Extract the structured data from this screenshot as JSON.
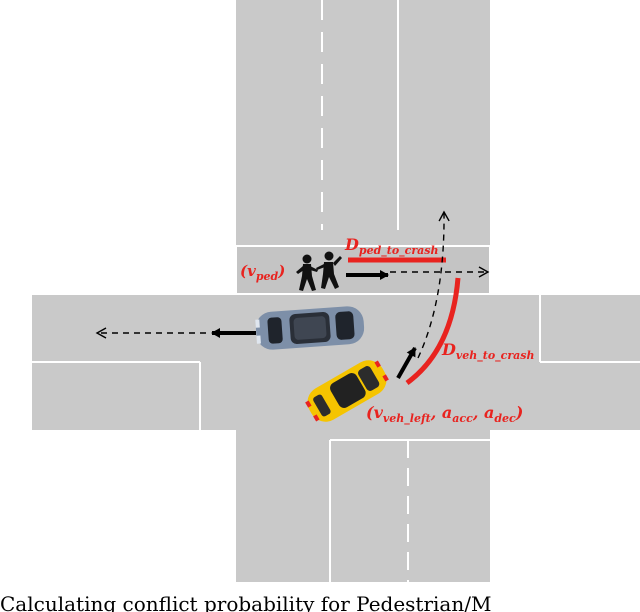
{
  "labels": {
    "v_ped": "(v",
    "v_ped_sub": "ped",
    "v_ped_close": ")",
    "d_ped": "D",
    "d_ped_sub": "ped_to_crash",
    "d_veh": "D",
    "d_veh_sub": "veh_to_crash",
    "veh_open": "(v",
    "veh_sub1": "veh_left",
    "veh_comma1": ", a",
    "veh_sub2": "acc",
    "veh_comma2": ", a",
    "veh_sub3": "dec",
    "veh_close": ")"
  },
  "caption": "Calculating conflict probability for Pedestrian/M",
  "colors": {
    "road": "#c9c9c9",
    "road_edge": "#ffffff",
    "highlight": "#e8231f",
    "yellow_car": "#f5c400",
    "grey_car": "#7d8fa8"
  },
  "icons": {
    "pedestrians": "pedestrians-icon",
    "yellow_car": "yellow-car-icon",
    "grey_car": "grey-car-icon"
  }
}
